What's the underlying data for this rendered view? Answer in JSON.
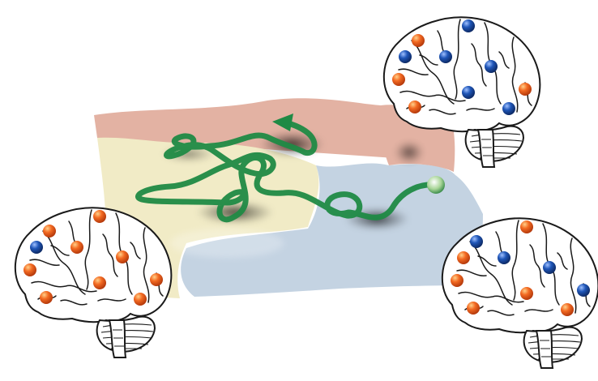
{
  "colors": {
    "background": "#ffffff",
    "region_yellow": "#f1ebc6",
    "region_pink": "#e3b2a3",
    "region_blue": "#c4d3e2",
    "trajectory": "#1f8a45",
    "trajectory_start": "#c7e2b8",
    "node_orange": "#f36a22",
    "node_blue": "#1f56b8",
    "brain_outline": "#1a1a1a"
  },
  "brains": [
    {
      "id": "brain-top-right",
      "nodes": [
        "blue",
        "orange",
        "blue",
        "blue",
        "orange",
        "blue",
        "orange",
        "orange",
        "blue",
        "blue"
      ]
    },
    {
      "id": "brain-left",
      "nodes": [
        "orange",
        "orange",
        "blue",
        "orange",
        "orange",
        "orange",
        "orange",
        "orange",
        "orange",
        "orange"
      ]
    },
    {
      "id": "brain-bottom-right",
      "nodes": [
        "orange",
        "blue",
        "orange",
        "blue",
        "orange",
        "blue",
        "blue",
        "orange",
        "orange",
        "orange"
      ]
    }
  ]
}
